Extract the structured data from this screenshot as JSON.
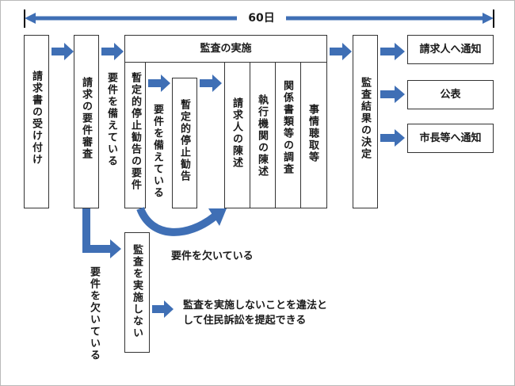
{
  "timeline": {
    "label": "60日"
  },
  "steps": {
    "receive": "請求書の受け付け",
    "review": "請求の要件審査",
    "requirements_met": "要件を備えている",
    "requirements_missing": "要件を欠いている",
    "audit_header": "監査の実施",
    "provisional_req": "暫定的停止勧告の要件",
    "provisional_met": "要件を備えている",
    "provisional_rec": "暫定的停止勧告",
    "claimant_statement": "請求人の陳述",
    "executive_statement": "執行機関の陳述",
    "document_survey": "関係書類等の調査",
    "hearing": "事情聴取等",
    "decision": "監査結果の決定",
    "notify_claimant": "請求人へ通知",
    "publish": "公表",
    "notify_mayor": "市長等へ通知",
    "no_audit": "監査を実施しない",
    "provisional_missing": "要件を欠いている",
    "lawsuit_line1": "監査を実施しないことを違法と",
    "lawsuit_line2": "して住民訴訟を提起できる"
  },
  "colors": {
    "arrow": "#3f6fb5",
    "border": "#333333"
  }
}
